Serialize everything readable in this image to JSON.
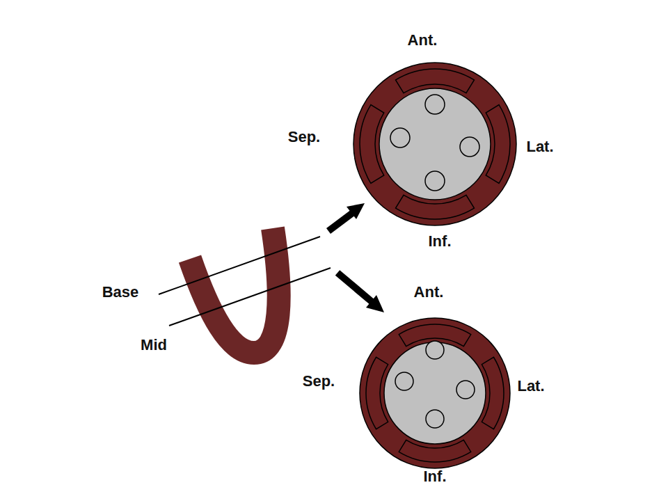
{
  "diagram": {
    "labels": [
      "Ant.",
      "Sep.",
      "Lat.",
      "Inf.",
      "Base",
      "Mid",
      "Ant.",
      "Sep.",
      "Lat.",
      "Inf."
    ]
  }
}
